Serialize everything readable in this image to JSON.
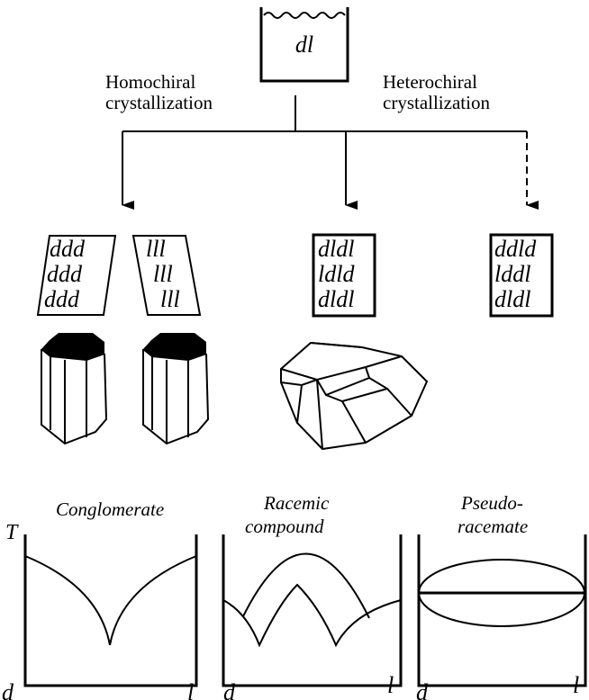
{
  "beaker": {
    "content": "dl"
  },
  "crystallization": {
    "left_line1": "Homochiral",
    "left_line2": "crystallization",
    "right_line1": "Heterochiral",
    "right_line2": "crystallization"
  },
  "crystals": {
    "d": [
      "ddd",
      "ddd",
      "ddd"
    ],
    "l": [
      "lll",
      "lll",
      "lll"
    ],
    "racemic": [
      "dldl",
      "ldld",
      "dldl"
    ],
    "pseudo": [
      "ddld",
      "lddl",
      "dldl"
    ]
  },
  "phase_diagrams": {
    "t_axis": "T",
    "conglomerate": {
      "title": "Conglomerate",
      "x_left": "d",
      "x_right": "l"
    },
    "racemic": {
      "title_line1": "Racemic",
      "title_line2": "compound",
      "x_left": "d",
      "x_right": "l"
    },
    "pseudo": {
      "title_line1": "Pseudo-",
      "title_line2": "racemate",
      "x_left": "d",
      "x_right": "l"
    }
  }
}
